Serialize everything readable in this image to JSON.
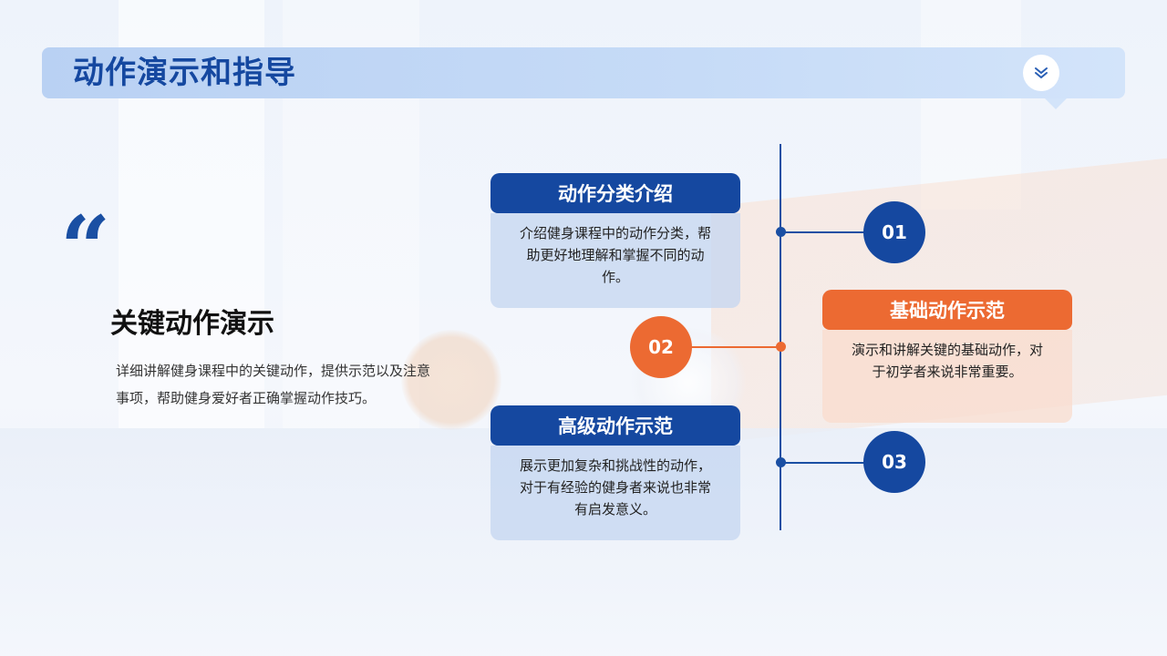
{
  "header": {
    "title": "动作演示和指导",
    "icon": "double-chevron-down-icon"
  },
  "intro": {
    "quote_glyph": "“",
    "heading": "关键动作演示",
    "description": "详细讲解健身课程中的关键动作，提供示范以及注意事项，帮助健身爱好者正确掌握动作技巧。"
  },
  "items": [
    {
      "number": "01",
      "title": "动作分类介绍",
      "text": "介绍健身课程中的动作分类，帮助更好地理解和掌握不同的动作。"
    },
    {
      "number": "02",
      "title": "基础动作示范",
      "text": "演示和讲解关键的基础动作，对于初学者来说非常重要。"
    },
    {
      "number": "03",
      "title": "高级动作示范",
      "text": "展示更加复杂和挑战性的动作，对于有经验的健身者来说也非常有启发意义。"
    }
  ],
  "colors": {
    "primary_blue": "#1548a0",
    "accent_orange": "#ec6a32",
    "header_bg": "#c6dbf7"
  }
}
